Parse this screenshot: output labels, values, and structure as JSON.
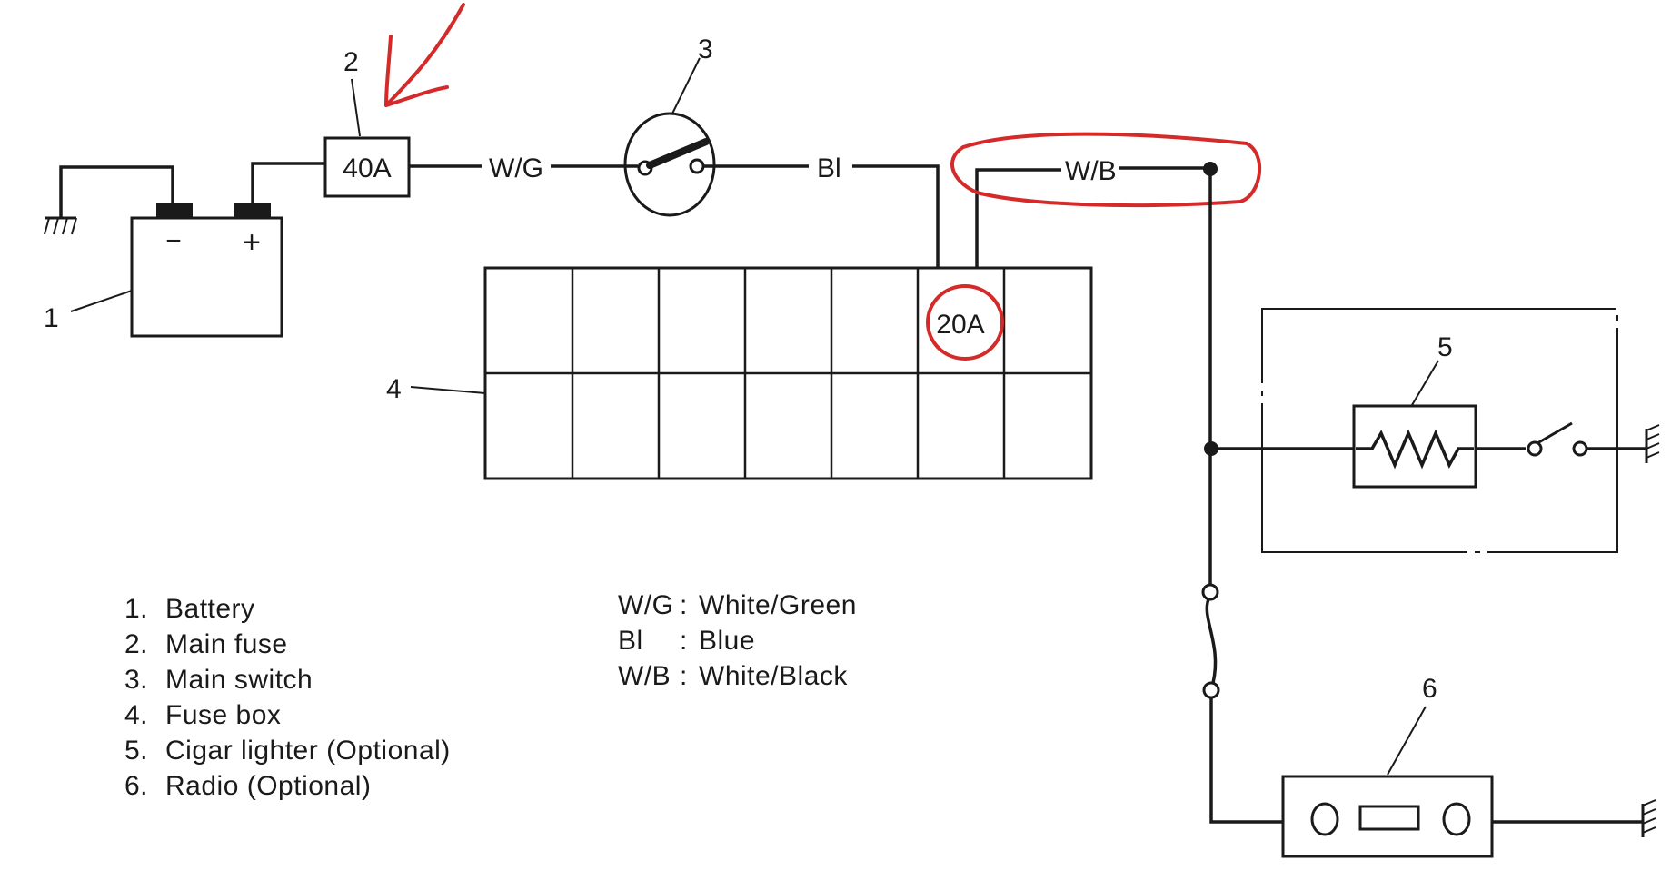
{
  "diagram": {
    "components": {
      "battery": {
        "callout": "1",
        "neg": "−",
        "pos": "+"
      },
      "main_fuse": {
        "callout": "2",
        "rating": "40A"
      },
      "main_switch": {
        "callout": "3"
      },
      "fuse_box": {
        "callout": "4",
        "highlighted_rating": "20A"
      },
      "cigar_lighter": {
        "callout": "5"
      },
      "radio": {
        "callout": "6"
      }
    },
    "wires": {
      "wg": "W/G",
      "bl": "Bl",
      "wb": "W/B"
    }
  },
  "legend_components": [
    {
      "num": "1.",
      "label": "Battery"
    },
    {
      "num": "2.",
      "label": "Main fuse"
    },
    {
      "num": "3.",
      "label": "Main switch"
    },
    {
      "num": "4.",
      "label": "Fuse box"
    },
    {
      "num": "5.",
      "label": "Cigar lighter (Optional)"
    },
    {
      "num": "6.",
      "label": "Radio (Optional)"
    }
  ],
  "legend_colors": [
    {
      "code": "W/G",
      "sep": ":",
      "name": "White/Green"
    },
    {
      "code": "Bl",
      "sep": ":",
      "name": "Blue"
    },
    {
      "code": "W/B",
      "sep": ":",
      "name": "White/Black"
    }
  ],
  "annotation_color": "#d42a2a",
  "line_color": "#1a1a1a"
}
